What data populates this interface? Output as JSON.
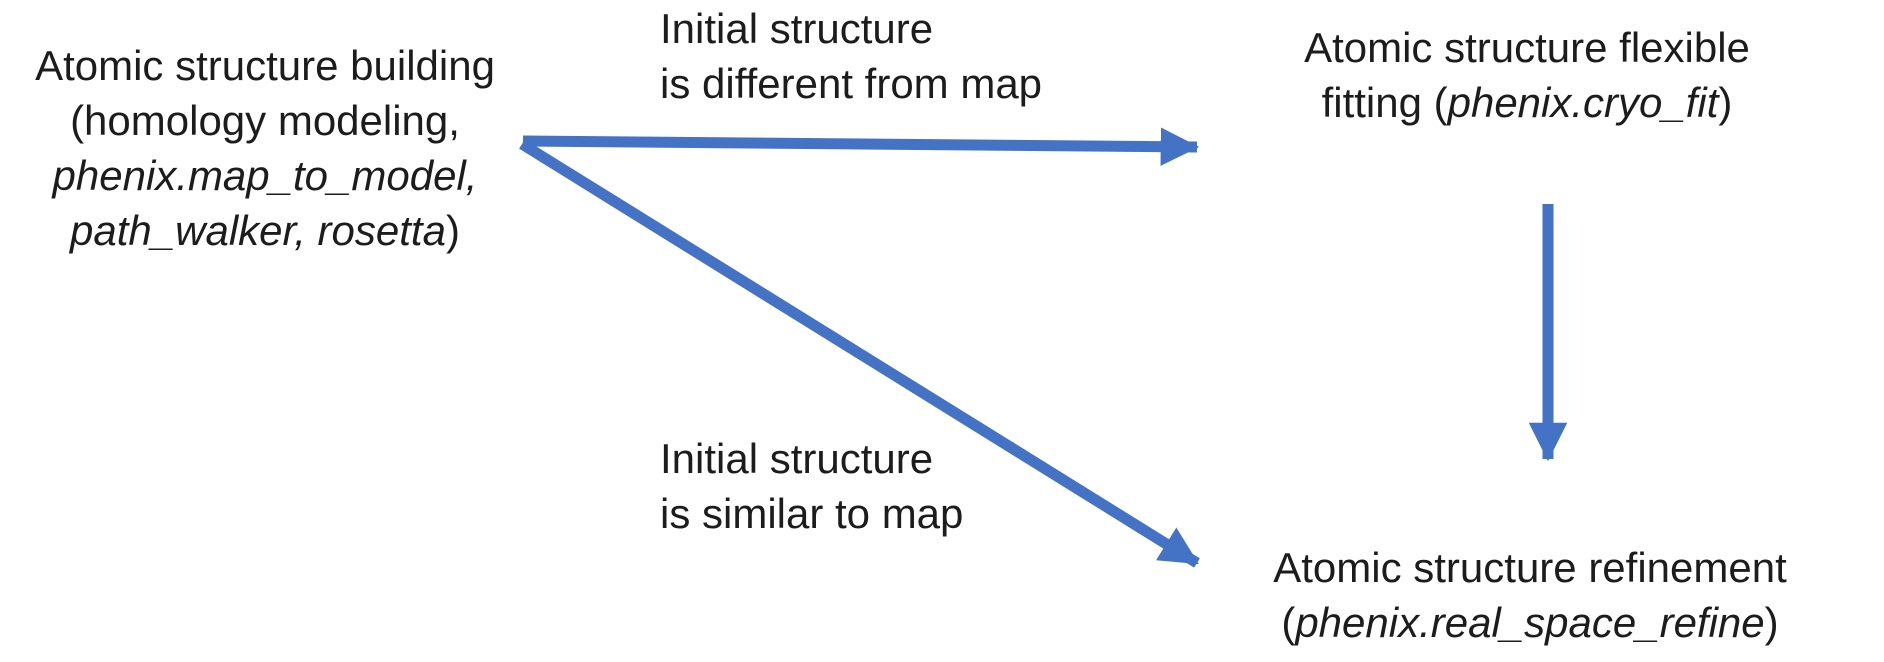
{
  "diagram": {
    "background_color": "#ffffff",
    "text_color": "#1c1c1c",
    "arrow_color": "#4472C4",
    "nodes": {
      "building": {
        "line1": "Atomic structure building",
        "line2": "(homology modeling,",
        "line3_italic": "phenix.map_to_model,",
        "line4_italic": "path_walker, rosetta",
        "line4_close_paren": ")"
      },
      "fitting": {
        "line1": "Atomic structure flexible",
        "line2_prefix": "fitting (",
        "line2_italic": "phenix.cryo_fit",
        "line2_close_paren": ")"
      },
      "refinement": {
        "line1": "Atomic structure refinement",
        "line2_open_paren": "(",
        "line2_italic": "phenix.real_space_refine",
        "line2_close_paren": ")"
      }
    },
    "edge_labels": {
      "different_from_map": {
        "line1": "Initial structure",
        "line2": "is different from map"
      },
      "similar_to_map": {
        "line1": "Initial structure",
        "line2": "is similar to map"
      }
    },
    "arrows": [
      {
        "from": "building",
        "to": "fitting"
      },
      {
        "from": "building",
        "to": "refinement"
      },
      {
        "from": "fitting",
        "to": "refinement"
      }
    ]
  }
}
